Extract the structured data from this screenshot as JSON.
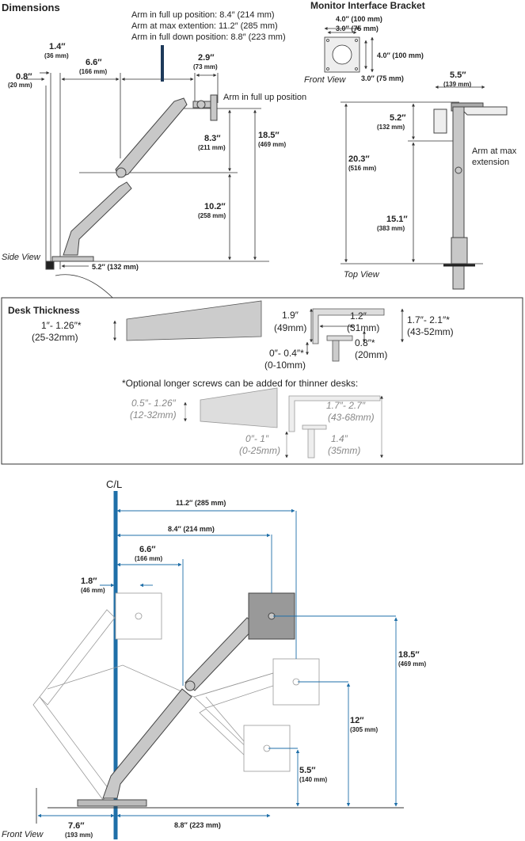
{
  "dimensions": {
    "title": "Dimensions",
    "arm_full_up": "Arm in full up position: 8.4″ (214 mm)",
    "arm_max_ext": "Arm at max extention: 11.2″ (285 mm)",
    "arm_full_down": "Arm in full down position: 8.8″ (223 mm)",
    "d0_8": "0.8″",
    "d0_8mm": "(20 mm)",
    "d1_4": "1.4″",
    "d1_4mm": "(36 mm)",
    "d6_6": "6.6″",
    "d6_6mm": "(166 mm)",
    "d2_9": "2.9″",
    "d2_9mm": "(73 mm)",
    "full_up_label": "Arm in full up position",
    "d8_3": "8.3″",
    "d8_3mm": "(211 mm)",
    "d18_5": "18.5″",
    "d18_5mm": "(469 mm)",
    "d10_2": "10.2″",
    "d10_2mm": "(258 mm)",
    "d5_2": "5.2″ (132 mm)",
    "side_view": "Side View"
  },
  "bracket": {
    "title": "Monitor Interface Bracket",
    "w4": "4.0″ (100 mm)",
    "w3": "3.0″ (75 mm)",
    "h4": "4.0″ (100 mm)",
    "h3": "3.0″ (75 mm)",
    "front_view": "Front View"
  },
  "top": {
    "d5_5": "5.5″",
    "d5_5mm": "(139 mm)",
    "d5_2": "5.2″",
    "d5_2mm": "(132 mm)",
    "max_ext": "Arm at max",
    "max_ext2": "extension",
    "d20_3": "20.3″",
    "d20_3mm": "(516 mm)",
    "d15_1": "15.1″",
    "d15_1mm": "(383 mm)",
    "top_view": "Top View"
  },
  "desk": {
    "title": "Desk Thickness",
    "thick": "1″- 1.26″*",
    "thick_mm": "(25-32mm)",
    "c1_9": "1.9″",
    "c1_9mm": "(49mm)",
    "c1_2": "1.2″",
    "c1_2mm": "(31mm)",
    "c1_7": "1.7″- 2.1″*",
    "c1_7mm": "(43-52mm)",
    "c0_8": "0.8″*",
    "c0_8mm": "(20mm)",
    "c0_0": "0″- 0.4″*",
    "c0_0mm": "(0-10mm)",
    "note": "*Optional longer screws can be added for thinner desks:",
    "thin": "0.5″- 1.26″",
    "thin_mm": "(12-32mm)",
    "t1_7": "1.7″- 2.7″",
    "t1_7mm": "(43-68mm)",
    "t0_1": "0″- 1″",
    "t0_1mm": "(0-25mm)",
    "t1_4": "1.4″",
    "t1_4mm": "(35mm)"
  },
  "front": {
    "cl": "C/L",
    "f11_2": "11.2″ (285 mm)",
    "f8_4": "8.4″ (214 mm)",
    "f6_6": "6.6″",
    "f6_6mm": "(166 mm)",
    "f1_8": "1.8″",
    "f1_8mm": "(46 mm)",
    "f18_5": "18.5″",
    "f18_5mm": "(469 mm)",
    "f12": "12″",
    "f12mm": "(305 mm)",
    "f5_5": "5.5″",
    "f5_5mm": "(140 mm)",
    "f7_6": "7.6″",
    "f7_6mm": "(193 mm)",
    "f8_8": "8.8″ (223 mm)",
    "front_view": "Front View"
  },
  "colors": {
    "accent": "#1f6fa8",
    "line": "#333333",
    "arm": "#b4b4b4"
  }
}
